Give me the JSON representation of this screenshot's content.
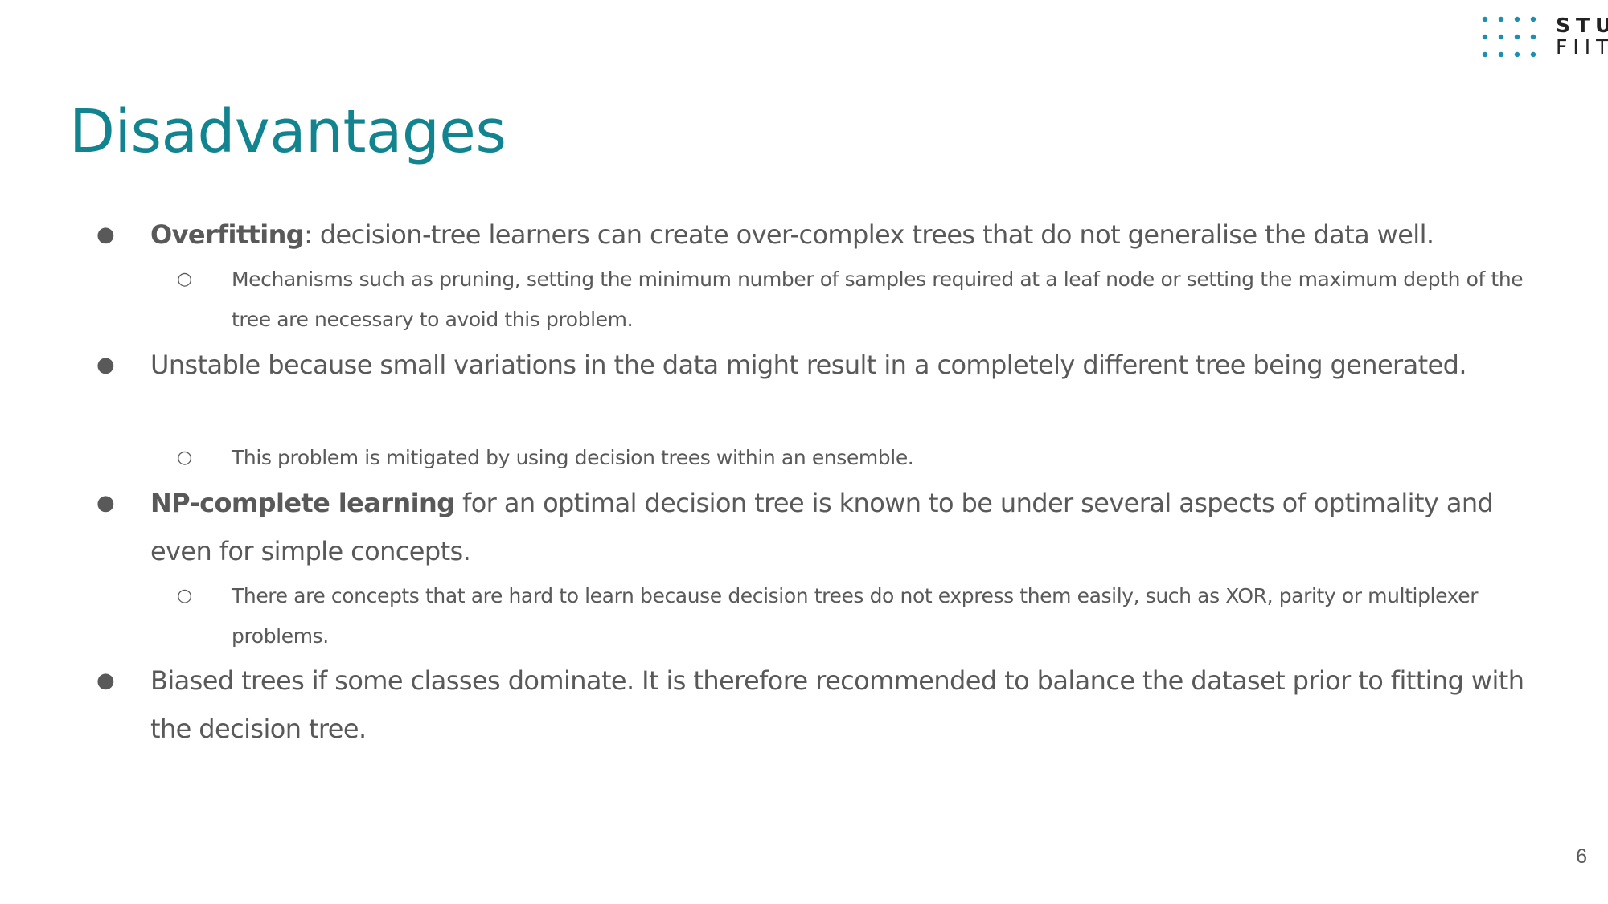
{
  "logo": {
    "line1": "STU",
    "line2": "FIIT",
    "dot_color": "#1a8fb0"
  },
  "title": "Disadvantages",
  "bullets": [
    {
      "bold": "Overfitting",
      "text": ": decision-tree learners can create over-complex trees that do not generalise the data well.",
      "sub": "Mechanisms such as pruning, setting the minimum number of samples required at a leaf node or setting the maximum depth of the tree are necessary to avoid this problem."
    },
    {
      "text": "Unstable because small variations in the data might result in a completely different tree being generated.",
      "sub": "This problem is mitigated by using decision trees within an ensemble."
    },
    {
      "bold": "NP-complete learning",
      "text": " for an optimal decision tree is known to be under several aspects of optimality and even for simple concepts.",
      "sub": "There are concepts that are hard to learn because decision trees do not express them easily, such as XOR, parity or multiplexer problems."
    },
    {
      "text": "Biased trees if some classes dominate. It is therefore recommended to balance the dataset prior to fitting with the decision tree."
    }
  ],
  "bullet_glyph": "●",
  "sub_bullet_glyph": "○",
  "page_number": "6",
  "colors": {
    "title": "#12848f",
    "body": "#595959"
  }
}
